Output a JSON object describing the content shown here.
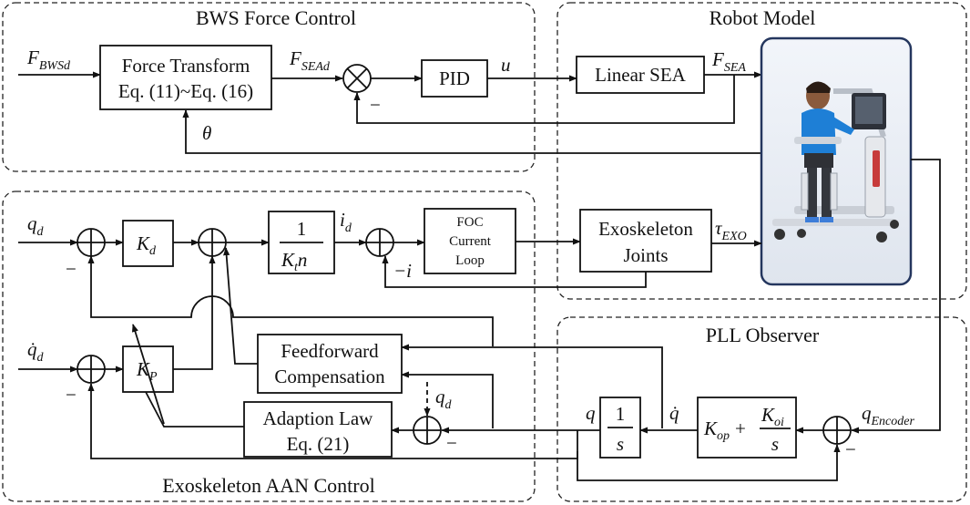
{
  "groups": {
    "bws": "BWS Force Control",
    "robot": "Robot Model",
    "aan": "Exoskeleton AAN Control",
    "pll": "PLL Observer"
  },
  "blocks": {
    "force_transform_1": "Force Transform",
    "force_transform_2": "Eq. (11)~Eq. (16)",
    "pid": "PID",
    "linear_sea": "Linear SEA",
    "foc_1": "FOC",
    "foc_2": "Current",
    "foc_3": "Loop",
    "exo_joints_1": "Exoskeleton",
    "exo_joints_2": "Joints",
    "feedforward_1": "Feedforward",
    "feedforward_2": "Compensation",
    "adaption_1": "Adaption Law",
    "adaption_2": "Eq. (21)",
    "gain_num": "1",
    "integ_num": "1",
    "integ_den": "s",
    "pll_den": "s"
  },
  "signals": {
    "F": "F",
    "bwsd": "BWSd",
    "sead": "SEAd",
    "sea": "SEA",
    "u": "u",
    "theta": "θ",
    "q": "q",
    "d": "d",
    "qdot": "q̇",
    "i": "i",
    "minus_i": "−i",
    "tau": "τ",
    "exo": "EXO",
    "K": "K",
    "p_sub": "P",
    "op": "op",
    "oi": "oi",
    "t": "t",
    "n": "n",
    "encoder": "Encoder",
    "plus": "+",
    "minus": "−"
  }
}
